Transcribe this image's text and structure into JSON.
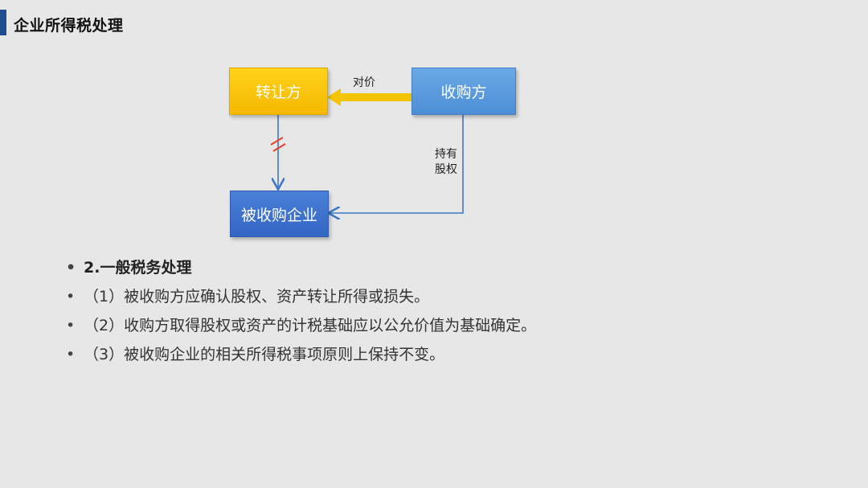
{
  "title": "企业所得税处理",
  "diagram": {
    "nodes": {
      "transferor": "转让方",
      "acquirer": "收购方",
      "target": "被收购企业"
    },
    "edges": {
      "consideration_label": "对价",
      "holding_label_line1": "持有",
      "holding_label_line2": "股权"
    },
    "colors": {
      "transferor": "#f5b800",
      "acquirer": "#5b9bdf",
      "target": "#3a6fcf",
      "blue_line": "#3c78c8",
      "yellow_arrow": "#f5c400",
      "break_mark": "#e8402a"
    }
  },
  "bullets": {
    "heading": "2.一般税务处理",
    "items": [
      "（1）被收购方应确认股权、资产转让所得或损失。",
      "（2）收购方取得股权或资产的计税基础应以公允价值为基础确定。",
      "（3）被收购企业的相关所得税事项原则上保持不变。"
    ]
  }
}
